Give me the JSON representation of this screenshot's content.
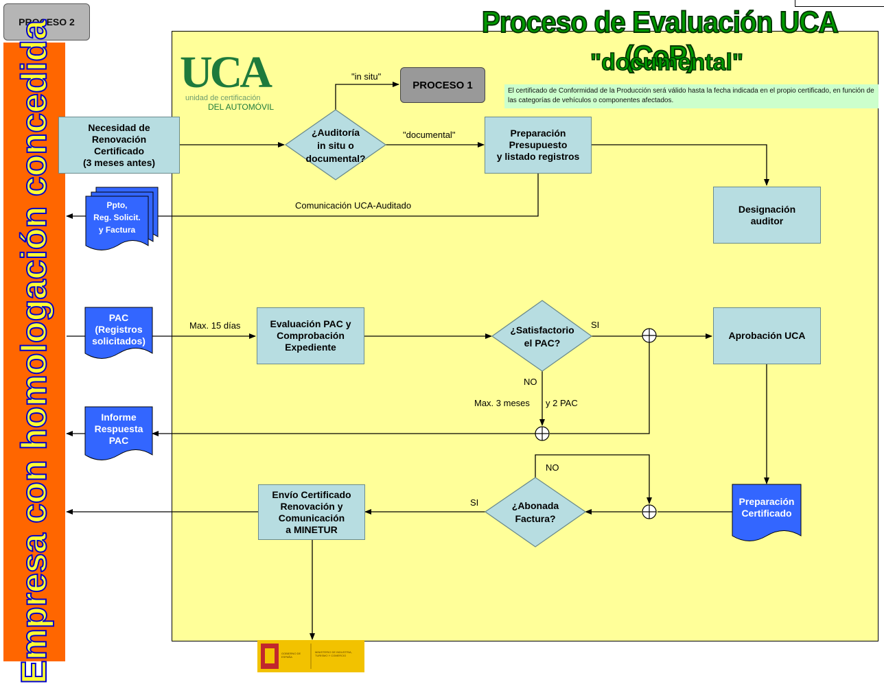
{
  "header": {
    "process_badge": "PROCESO 2",
    "title_line1": "Proceso de Evaluación UCA (CoP)",
    "title_line2": "\"documental\"",
    "note": "El certificado de Conformidad de la Producción será válido hasta la fecha indicada en el propio certificado, en función de las categorías de vehículos o componentes afectados."
  },
  "sidebar": {
    "label": "Empresa con homologación concedida"
  },
  "logo": {
    "mark": "UCA",
    "line1": "unidad de certificación",
    "line2": "DEL AUTOMÓVIL"
  },
  "nodes": {
    "necesidad": [
      "Necesidad de",
      "Renovación",
      "Certificado",
      "(3 meses antes)"
    ],
    "auditoria": [
      "¿Auditoría",
      "in situ o",
      "documental?"
    ],
    "proceso1": "PROCESO 1",
    "preparacion": [
      "Preparación",
      "Presupuesto",
      "y listado registros"
    ],
    "designacion": [
      "Designación",
      "auditor"
    ],
    "ppto_doc": [
      "Ppto,",
      "Reg. Solicit.",
      "y Factura"
    ],
    "pac_doc": [
      "PAC",
      "(Registros",
      "solicitados)"
    ],
    "evaluacion": [
      "Evaluación PAC y",
      "Comprobación",
      "Expediente"
    ],
    "satisfactorio": [
      "¿Satisfactorio",
      "el PAC?"
    ],
    "aprobacion": "Aprobación UCA",
    "informe_doc": [
      "Informe",
      "Respuesta",
      "PAC"
    ],
    "envio": [
      "Envío Certificado",
      "Renovación y",
      "Comunicación",
      "a MINETUR"
    ],
    "abonada": [
      "¿Abonada",
      "Factura?"
    ],
    "prep_cert": [
      "Preparación",
      "Certificado"
    ]
  },
  "labels": {
    "in_situ": "\"in situ\"",
    "documental": "\"documental\"",
    "comunicacion": "Comunicación UCA-Auditado",
    "max15": "Max. 15 días",
    "si1": "SI",
    "no1": "NO",
    "max3": "Max. 3 meses",
    "dos_pac": "y 2 PAC",
    "no2": "NO",
    "si2": "SI"
  },
  "footer_logo": {
    "left": "GOBIERNO DE ESPAÑA",
    "right": "MINISTERIO DE INDUSTRIA, TURISMO Y COMERCIO"
  },
  "colors": {
    "sidebar": "#ff6600",
    "panel": "#ffff99",
    "box": "#b7dde1",
    "document": "#3366ff",
    "title": "#009900"
  }
}
